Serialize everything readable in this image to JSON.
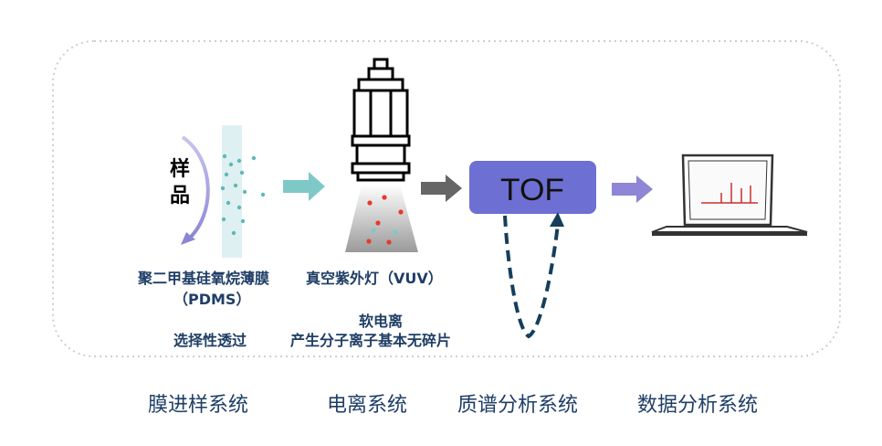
{
  "sample": {
    "char1": "样",
    "char2": "品"
  },
  "tof": {
    "label": "TOF"
  },
  "labels": {
    "membrane_name": "聚二甲基硅氧烷薄膜",
    "membrane_abbr": "（PDMS）",
    "membrane_note": "选择性透过",
    "lamp_name": "真空紫外灯（VUV）",
    "soft_ionization": "软电离",
    "ion_note": "产生分子离子基本无碎片"
  },
  "systems": [
    {
      "label": "膜进样系统"
    },
    {
      "label": "电离系统"
    },
    {
      "label": "质谱分析系统"
    },
    {
      "label": "数据分析系统"
    }
  ],
  "colors": {
    "text_blue": "#1f3e66",
    "tof_fill": "#6e6fd2",
    "teal": "#7fc8c8",
    "gray_arrow": "#666666",
    "purple_arrow": "#8e86d6",
    "dashed": "#163e5c",
    "red_dot": "#e8392b"
  }
}
